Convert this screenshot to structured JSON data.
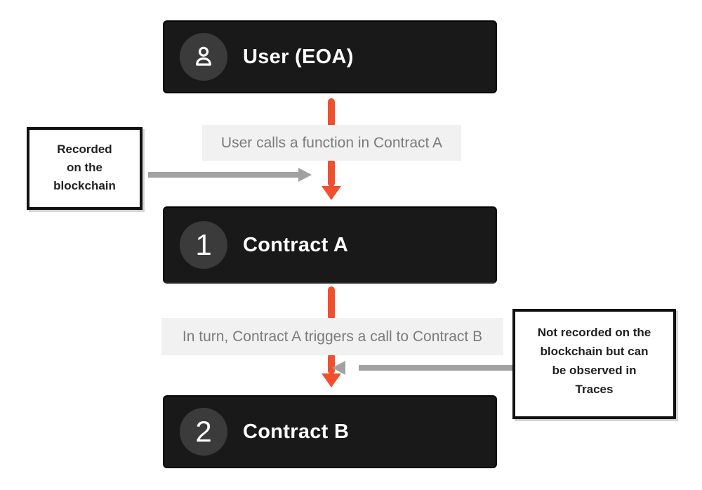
{
  "colors": {
    "node_background": "#191919",
    "badge_circle": "#3b3b3b",
    "flow_arrow_orange": "#f0502d",
    "annotation_arrow_gray": "#a1a1a1",
    "edge_label_background": "#f1f1f1",
    "edge_label_text": "#7b7b7b",
    "annotation_border": "#111111",
    "annotation_text": "#1f1f1f",
    "node_text": "#ffffff"
  },
  "nodes": [
    {
      "id": "user",
      "icon": "user-icon",
      "label": "User (EOA)"
    },
    {
      "id": "contract-a",
      "badge": "1",
      "label": "Contract A"
    },
    {
      "id": "contract-b",
      "badge": "2",
      "label": "Contract B"
    }
  ],
  "edges": [
    {
      "from": "user",
      "to": "contract-a",
      "label": "User calls a function in Contract A"
    },
    {
      "from": "contract-a",
      "to": "contract-b",
      "label": "In turn, Contract A triggers a call to Contract B"
    }
  ],
  "annotations": [
    {
      "side": "left",
      "text": "Recorded on the blockchain",
      "lines": [
        "Recorded",
        "on the",
        "blockchain"
      ]
    },
    {
      "side": "right",
      "text": "Not recorded on the blockchain but can be observed in Traces",
      "lines": [
        "Not recorded on the",
        "blockchain but can",
        "be observed in",
        "Traces"
      ]
    }
  ]
}
